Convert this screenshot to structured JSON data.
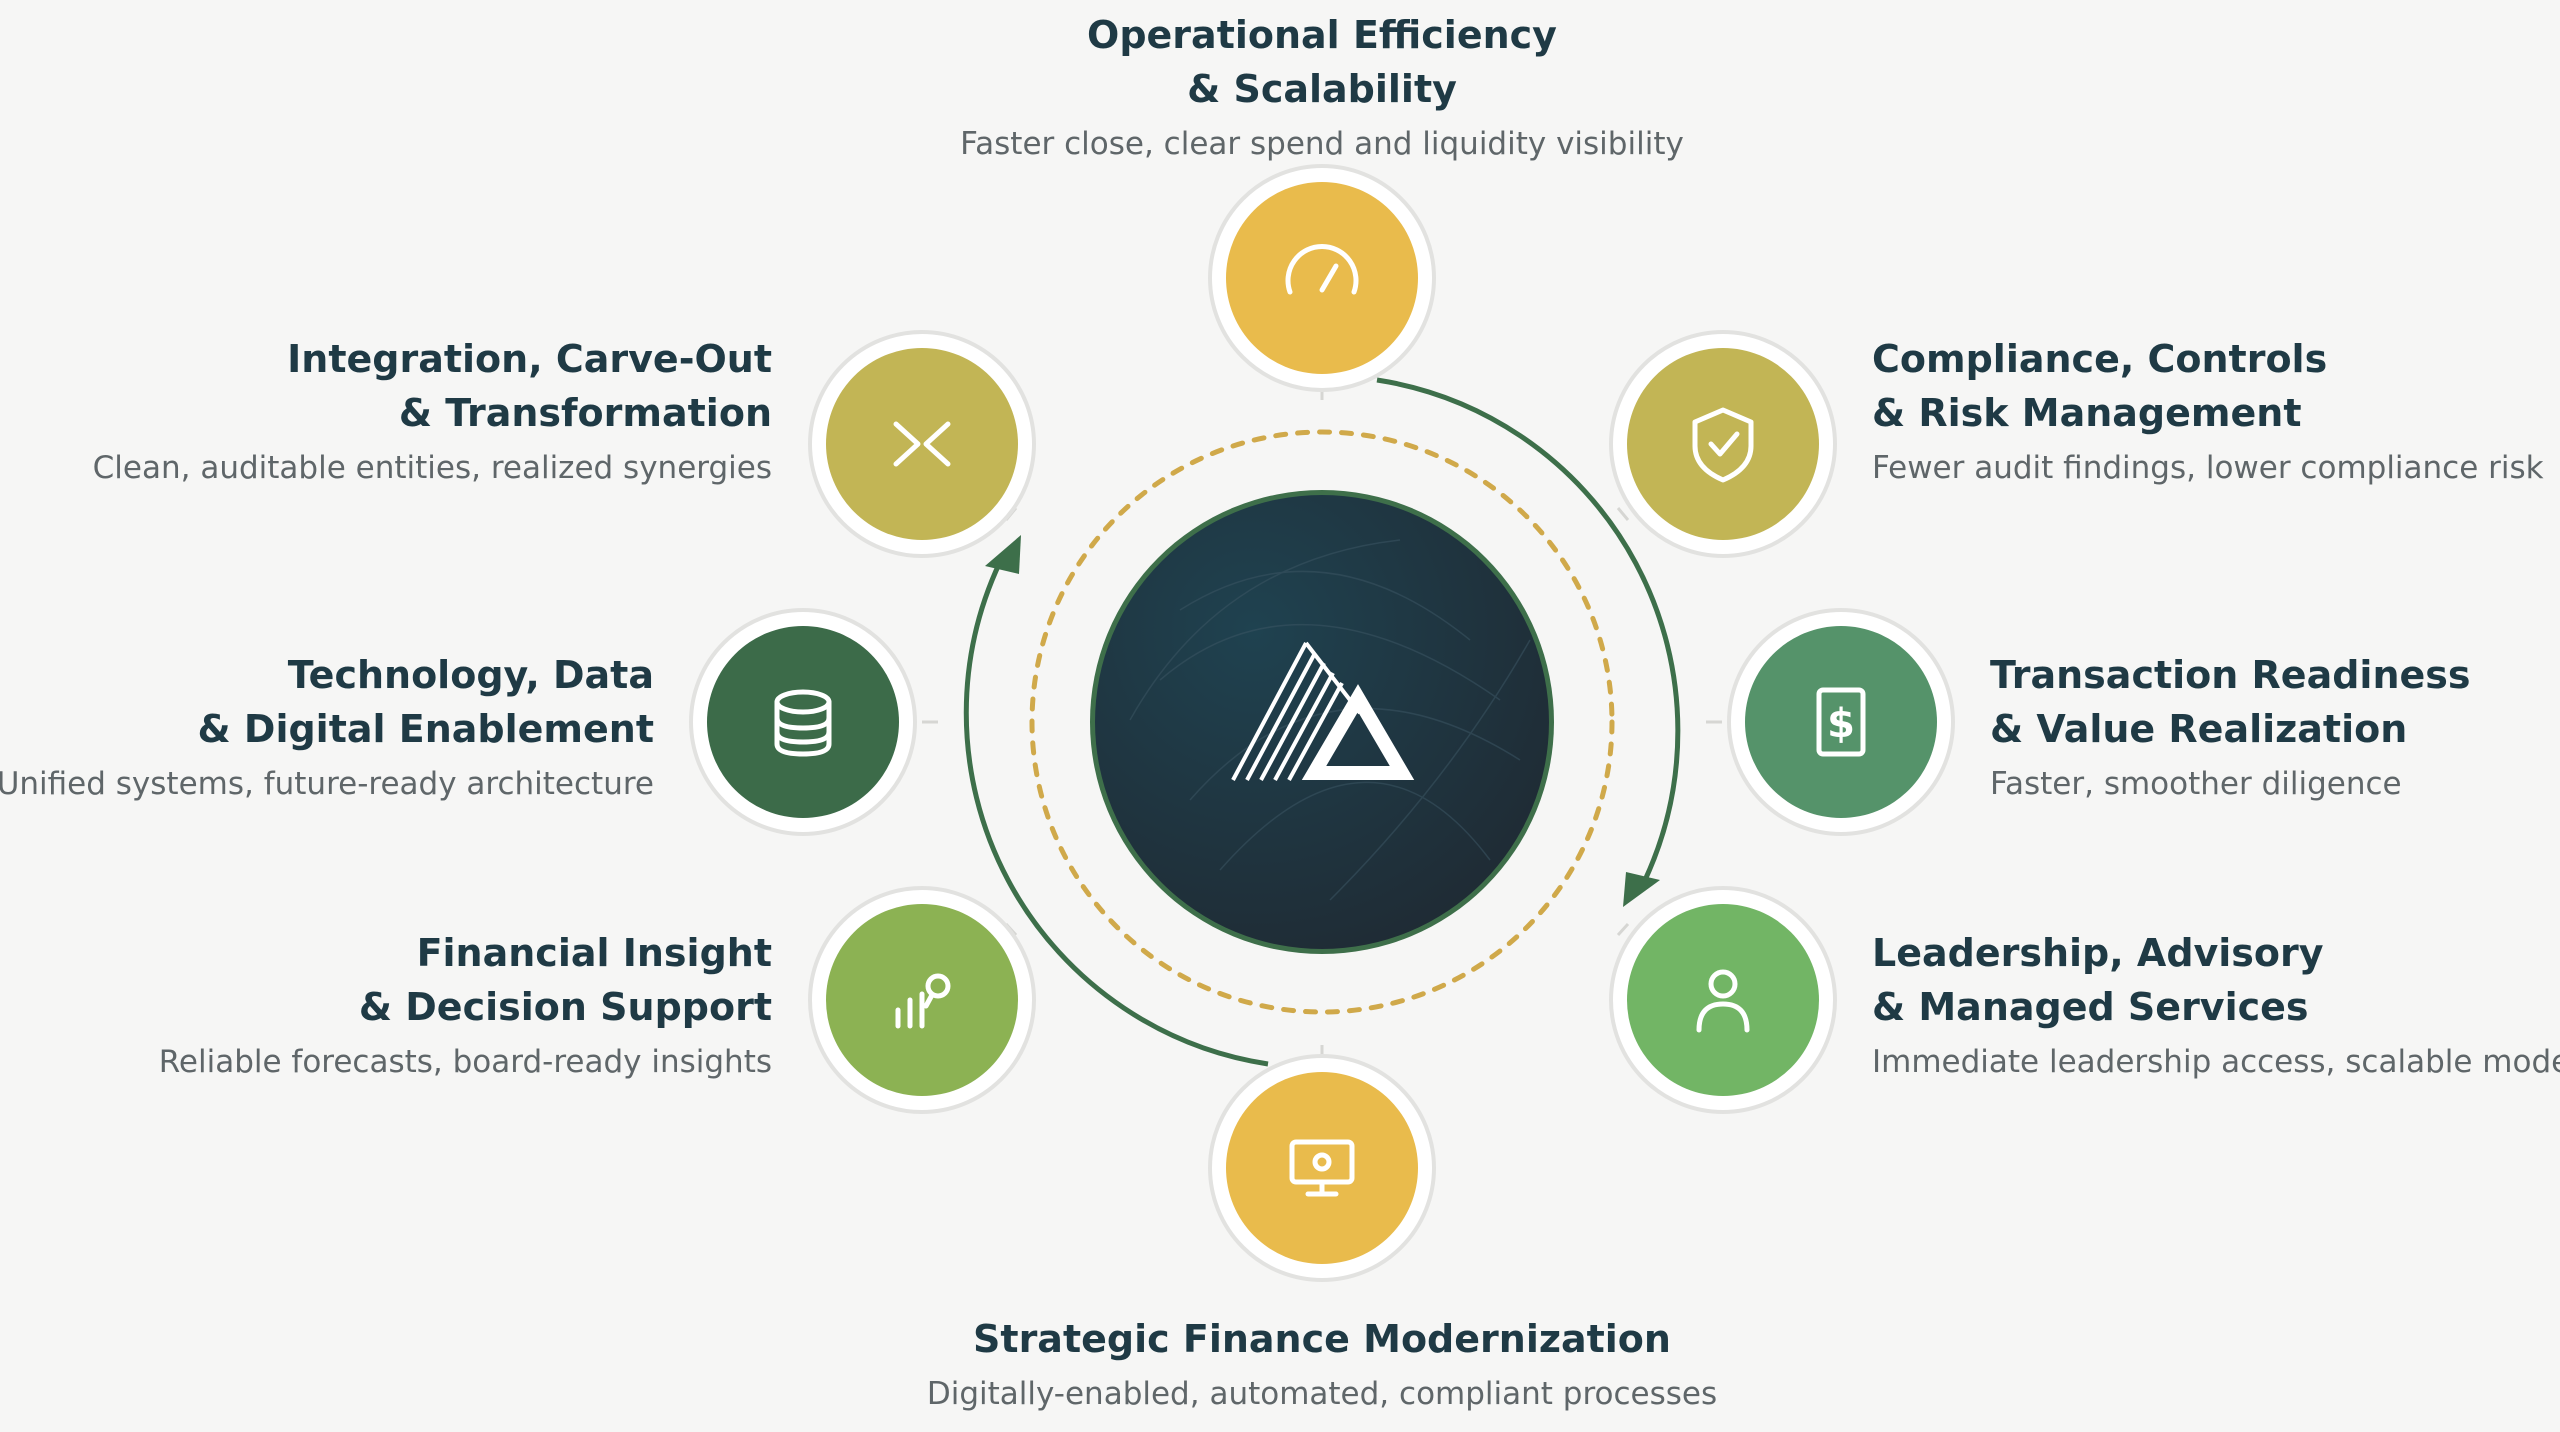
{
  "center": {
    "logo_icon": "triangle-logo-icon"
  },
  "colors": {
    "background": "#f6f6f5",
    "center_circle": "#1e3946",
    "cycle_arrow": "#3d6f4a",
    "dashed_ring": "#d0a94a",
    "title_text": "#1f3a45",
    "desc_text": "#5f6669"
  },
  "segments": [
    {
      "key": "operational",
      "title_line1": "Operational Efficiency",
      "title_line2": "& Scalability",
      "description": "Faster close, clear spend and liquidity visibility",
      "icon": "speedometer-icon",
      "color": "#e9bb4c"
    },
    {
      "key": "compliance",
      "title_line1": "Compliance, Controls",
      "title_line2": "& Risk Management",
      "description": "Fewer audit findings, lower compliance risk",
      "icon": "shield-check-icon",
      "color": "#c2b555"
    },
    {
      "key": "transaction",
      "title_line1": "Transaction Readiness",
      "title_line2": "& Value Realization",
      "description": "Faster, smoother diligence",
      "icon": "dollar-document-icon",
      "color": "#55936a"
    },
    {
      "key": "leadership",
      "title_line1": "Leadership, Advisory",
      "title_line2": "& Managed Services",
      "description": "Immediate leadership access, scalable model",
      "icon": "user-icon",
      "color": "#72b565"
    },
    {
      "key": "strategic",
      "title_line1": "Strategic Finance Modernization",
      "title_line2": "",
      "description": "Digitally-enabled, automated, compliant processes",
      "icon": "monitor-icon",
      "color": "#e9bb4c"
    },
    {
      "key": "financial",
      "title_line1": "Financial Insight",
      "title_line2": "& Decision Support",
      "description": "Reliable forecasts, board-ready insights",
      "icon": "chart-search-icon",
      "color": "#8cb253"
    },
    {
      "key": "technology",
      "title_line1": "Technology, Data",
      "title_line2": "& Digital Enablement",
      "description": "Unified systems, future-ready architecture",
      "icon": "database-icon",
      "color": "#3c6b49"
    },
    {
      "key": "integration",
      "title_line1": "Integration, Carve-Out",
      "title_line2": "& Transformation",
      "description": "Clean, auditable entities, realized synergies",
      "icon": "merge-arrows-icon",
      "color": "#c2b555"
    }
  ]
}
